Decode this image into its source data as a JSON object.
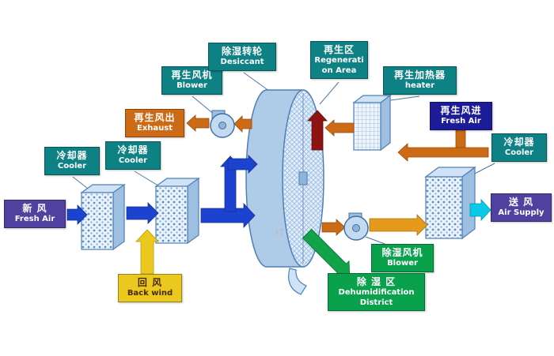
{
  "diagram": {
    "watermark": "xt",
    "labels": {
      "fresh_air_in": {
        "zh": "新 风",
        "en": "Fresh Air"
      },
      "cooler_1": {
        "zh": "冷却器",
        "en": "Cooler"
      },
      "cooler_2": {
        "zh": "冷却器",
        "en": "Cooler"
      },
      "regen_blower": {
        "zh": "再生风机",
        "en": "Blower"
      },
      "desiccant_wheel": {
        "zh": "除湿转轮",
        "en": "Desiccant"
      },
      "regen_area": {
        "zh": "再生区",
        "en": "Regeneration Area"
      },
      "regen_heater": {
        "zh": "再生加热器",
        "en": "heater"
      },
      "exhaust_out": {
        "zh": "再生风出",
        "en": "Exhaust"
      },
      "regen_fresh_air": {
        "zh": "再生风进",
        "en": "Fresh Air"
      },
      "cooler_3": {
        "zh": "冷却器",
        "en": "Cooler"
      },
      "air_supply": {
        "zh": "送 风",
        "en": "Air Supply"
      },
      "back_wind": {
        "zh": "回 风",
        "en": "Back wind"
      },
      "dehumid_blower": {
        "zh": "除湿风机",
        "en": "Blower"
      },
      "dehumid_district": {
        "zh": "除 湿 区",
        "en": "Dehumidification District"
      }
    },
    "colors": {
      "teal_label": "#0d8184",
      "green_label": "#0aa14d",
      "orange_label": "#cd6a15",
      "yellow_label": "#eac81e",
      "navy_label": "#1c1c98",
      "purple_label": "#5040a0",
      "blue_arrow": "#1c43d0",
      "yellow_arrow": "#eac81e",
      "orange_arrow": "#cd6a15",
      "amber_arrow": "#e59a1b",
      "cyan_arrow": "#09cbe9",
      "green_arrow": "#12a24a",
      "dark_red_arrow": "#8e1414"
    }
  }
}
